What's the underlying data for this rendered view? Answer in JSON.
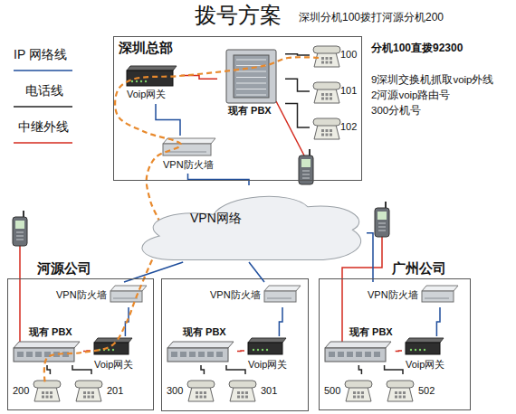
{
  "diagram": {
    "title": "拨号方案",
    "nodes": [
      {
        "text": [
          "深圳总部"
        ]
      },
      {
        "text": [
          "Voip网关"
        ],
        "in": 0
      },
      {
        "text": [
          "现有 PBX"
        ],
        "in": 0
      },
      {
        "text": [
          "100"
        ],
        "in": 0
      },
      {
        "text": [
          "101"
        ],
        "in": 0
      },
      {
        "text": [
          "102"
        ],
        "in": 0
      },
      {
        "text": [
          "VPN防火墙"
        ],
        "in": 0
      },
      {
        "text": [
          "VPN网络"
        ]
      },
      {
        "text": [
          "河源公司"
        ]
      },
      {
        "text": [
          "VPN防火墙"
        ],
        "in": 8
      },
      {
        "text": [
          "现有 PBX"
        ],
        "in": 8
      },
      {
        "text": [
          "Voip网关"
        ],
        "in": 8
      },
      {
        "text": [
          "200"
        ],
        "in": 8
      },
      {
        "text": [
          "201"
        ],
        "in": 8
      },
      {
        "text": [
          "VPN防火墙"
        ]
      },
      {
        "text": [
          "现有 PBX"
        ]
      },
      {
        "text": [
          "Voip网关"
        ]
      },
      {
        "text": [
          "300"
        ]
      },
      {
        "text": [
          "301"
        ]
      },
      {
        "text": [
          "广州公司"
        ]
      },
      {
        "text": [
          "VPN防火墙"
        ],
        "in": 19
      },
      {
        "text": [
          "现有 PBX"
        ],
        "in": 19
      },
      {
        "text": [
          "Voip网关"
        ],
        "in": 19
      },
      {
        "text": [
          "500"
        ],
        "in": 19
      },
      {
        "text": [
          "502"
        ],
        "in": 19
      }
    ],
    "edges": [
      {
        "from": 2,
        "to": 1,
        "arrow": "none"
      },
      {
        "from": 2,
        "to": 3,
        "arrow": "none"
      },
      {
        "from": 2,
        "to": 4,
        "arrow": "none"
      },
      {
        "from": 2,
        "to": 5,
        "arrow": "none"
      },
      {
        "from": 1,
        "to": 6,
        "arrow": "none"
      },
      {
        "from": 6,
        "to": 7,
        "arrow": "none"
      },
      {
        "from": 7,
        "to": 9,
        "arrow": "none"
      },
      {
        "from": 9,
        "to": 11,
        "arrow": "none"
      },
      {
        "from": 10,
        "to": 11,
        "arrow": "none"
      },
      {
        "from": 10,
        "to": 12,
        "arrow": "none"
      },
      {
        "from": 10,
        "to": 13,
        "arrow": "none"
      },
      {
        "from": 7,
        "to": 14,
        "arrow": "none"
      },
      {
        "from": 14,
        "to": 16,
        "arrow": "none"
      },
      {
        "from": 15,
        "to": 16,
        "arrow": "none"
      },
      {
        "from": 15,
        "to": 17,
        "arrow": "none"
      },
      {
        "from": 15,
        "to": 18,
        "arrow": "none"
      },
      {
        "from": 7,
        "to": 20,
        "arrow": "none"
      },
      {
        "from": 20,
        "to": 22,
        "arrow": "none"
      },
      {
        "from": 21,
        "to": 22,
        "arrow": "none"
      },
      {
        "from": 21,
        "to": 23,
        "arrow": "none"
      },
      {
        "from": 21,
        "to": 24,
        "arrow": "none"
      }
    ],
    "labels": [
      "深圳分机100拨打河源分机200",
      "分机100直拨92300",
      "9深圳交换机抓取voip外线",
      "2河源voip路由号",
      "300分机号"
    ],
    "legend": [
      {
        "text": "IP 网络线"
      },
      {
        "text": "电话线"
      },
      {
        "text": "中继外线"
      }
    ]
  }
}
